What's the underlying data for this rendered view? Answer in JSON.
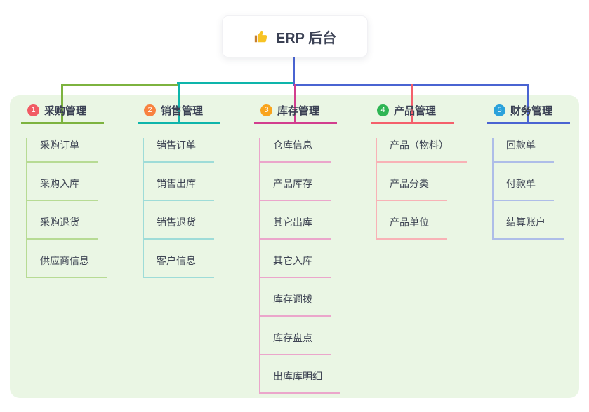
{
  "root": {
    "label": "ERP 后台",
    "icon": "thumbs-up-icon"
  },
  "colors": {
    "panel_bg": "#eaf6e4",
    "root_connector": "#4a64d2",
    "text_dark": "#3b4154",
    "thumb_yellow": "#f7c325"
  },
  "branches": [
    {
      "key": "purchase",
      "badge": "1",
      "label": "采购管理",
      "badge_color": "#f15b64",
      "line_color": "#7db33f",
      "light_color": "#b7db94",
      "children": [
        "采购订单",
        "采购入库",
        "采购退货",
        "供应商信息"
      ]
    },
    {
      "key": "sales",
      "badge": "2",
      "label": "销售管理",
      "badge_color": "#f88240",
      "line_color": "#0eb5ab",
      "light_color": "#9edcd8",
      "children": [
        "销售订单",
        "销售出库",
        "销售退货",
        "客户信息"
      ]
    },
    {
      "key": "inventory",
      "badge": "3",
      "label": "库存管理",
      "badge_color": "#f9a41d",
      "line_color": "#d23e8e",
      "light_color": "#eba6cb",
      "children": [
        "仓库信息",
        "产品库存",
        "其它出库",
        "其它入库",
        "库存调拨",
        "库存盘点",
        "出库库明细"
      ]
    },
    {
      "key": "product",
      "badge": "4",
      "label": "产品管理",
      "badge_color": "#2eb553",
      "line_color": "#f4606b",
      "light_color": "#f8b2b6",
      "children": [
        "产品（物料）",
        "产品分类",
        "产品单位"
      ]
    },
    {
      "key": "finance",
      "badge": "5",
      "label": "财务管理",
      "badge_color": "#2ba2db",
      "line_color": "#4a64d2",
      "light_color": "#aebde8",
      "children": [
        "回款单",
        "付款单",
        "结算账户"
      ]
    }
  ]
}
